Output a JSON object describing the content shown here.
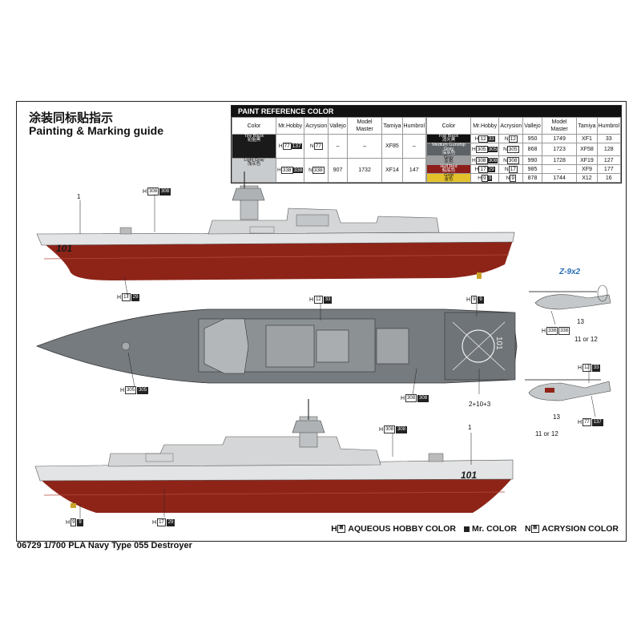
{
  "title_cn": "涂装同标贴指示",
  "title_en": "Painting & Marking guide",
  "paint_table": {
    "heading": "PAINT REFERENCE COLOR",
    "columns": [
      "Color",
      "Mr.Hobby",
      "Acrysion",
      "Vallejo",
      "Model Master",
      "Tamiya",
      "Humbrol"
    ],
    "left_rows": [
      {
        "name": "Tire Black",
        "cn": "轮胎黑",
        "swatch": "#1a1a1a",
        "text": "#fff",
        "h": "77",
        "mr": "137",
        "n": "77",
        "vallejo": "–",
        "mm": "–",
        "tamiya": "XF85",
        "humbrol": "–"
      },
      {
        "name": "Light Gray",
        "cn": "浅灰色",
        "swatch": "#c9ccce",
        "text": "#111",
        "h": "338",
        "mr": "338",
        "n": "338",
        "vallejo": "907",
        "mm": "1732",
        "tamiya": "XF14",
        "humbrol": "147"
      }
    ],
    "right_rows": [
      {
        "name": "Flat Black",
        "cn": "消光黑",
        "swatch": "#111",
        "text": "#fff",
        "h": "12",
        "mr": "33",
        "n": "12",
        "vallejo": "950",
        "mm": "1749",
        "tamiya": "XF1",
        "humbrol": "33"
      },
      {
        "name": "Medium Gunship Gray",
        "cn": "深灰色",
        "swatch": "#5d6266",
        "text": "#fff",
        "h": "305",
        "mr": "305",
        "n": "305",
        "vallejo": "868",
        "mm": "1723",
        "tamiya": "XF58",
        "humbrol": "128"
      },
      {
        "name": "Gray",
        "cn": "灰色",
        "swatch": "#9a9c9e",
        "text": "#111",
        "h": "308",
        "mr": "308",
        "n": "308",
        "vallejo": "990",
        "mm": "1728",
        "tamiya": "XF19",
        "humbrol": "127"
      },
      {
        "name": "Hull Red",
        "cn": "船底色",
        "swatch": "#8e1e1a",
        "text": "#fff",
        "h": "17",
        "mr": "29",
        "n": "17",
        "vallejo": "985",
        "mm": "–",
        "tamiya": "XF9",
        "humbrol": "177"
      },
      {
        "name": "Gold",
        "cn": "金色",
        "swatch": "#e3c12a",
        "text": "#111",
        "h": "9",
        "mr": "9",
        "n": "9",
        "vallejo": "878",
        "mm": "1744",
        "tamiya": "X12",
        "humbrol": "16"
      }
    ]
  },
  "callouts": {
    "top_deck": {
      "h": "308",
      "mr": "308"
    },
    "top_hull": {
      "h": "17",
      "mr": "29"
    },
    "plan_bridge": {
      "h": "12",
      "mr": "33"
    },
    "plan_deck": {
      "h": "9",
      "mr": "9"
    },
    "plan_hull": {
      "h": "305",
      "mr": "305"
    },
    "plan_mid": {
      "h": "308",
      "mr": "308"
    },
    "bot_deck": {
      "h": "308",
      "mr": "308"
    },
    "bot_left": {
      "h": "9",
      "mr": "9"
    },
    "bot_hull": {
      "h": "17",
      "mr": "29"
    },
    "heli1": {
      "h": "338",
      "mr": "338"
    },
    "heli2_top": {
      "h": "12",
      "mr": "33"
    },
    "heli2_bot": {
      "h": "77",
      "mr": "137"
    }
  },
  "numbers": {
    "top_1": "1",
    "bot_1": "1",
    "decal": "2+10+3",
    "heli1_13": "13",
    "heli1_11": "11 or 12",
    "heli2_13": "13",
    "heli2_11": "11 or 12",
    "hull_number": "101"
  },
  "helicopter_title": "Z-9x2",
  "legend": {
    "aqueous": "AQUEOUS HOBBY COLOR",
    "mr": "Mr. COLOR",
    "acrysion": "ACRYSION COLOR",
    "h_mark": "H",
    "n_mark": "N"
  },
  "footer": "06729  1/700 PLA Navy Type 055 Destroyer",
  "colors": {
    "hull_red": "#8e2418",
    "hull_gray": "#d9dbdc",
    "deck_gray": "#7e8387",
    "dark_gray": "#5f6468",
    "accent_blue": "#2a6fb6"
  }
}
